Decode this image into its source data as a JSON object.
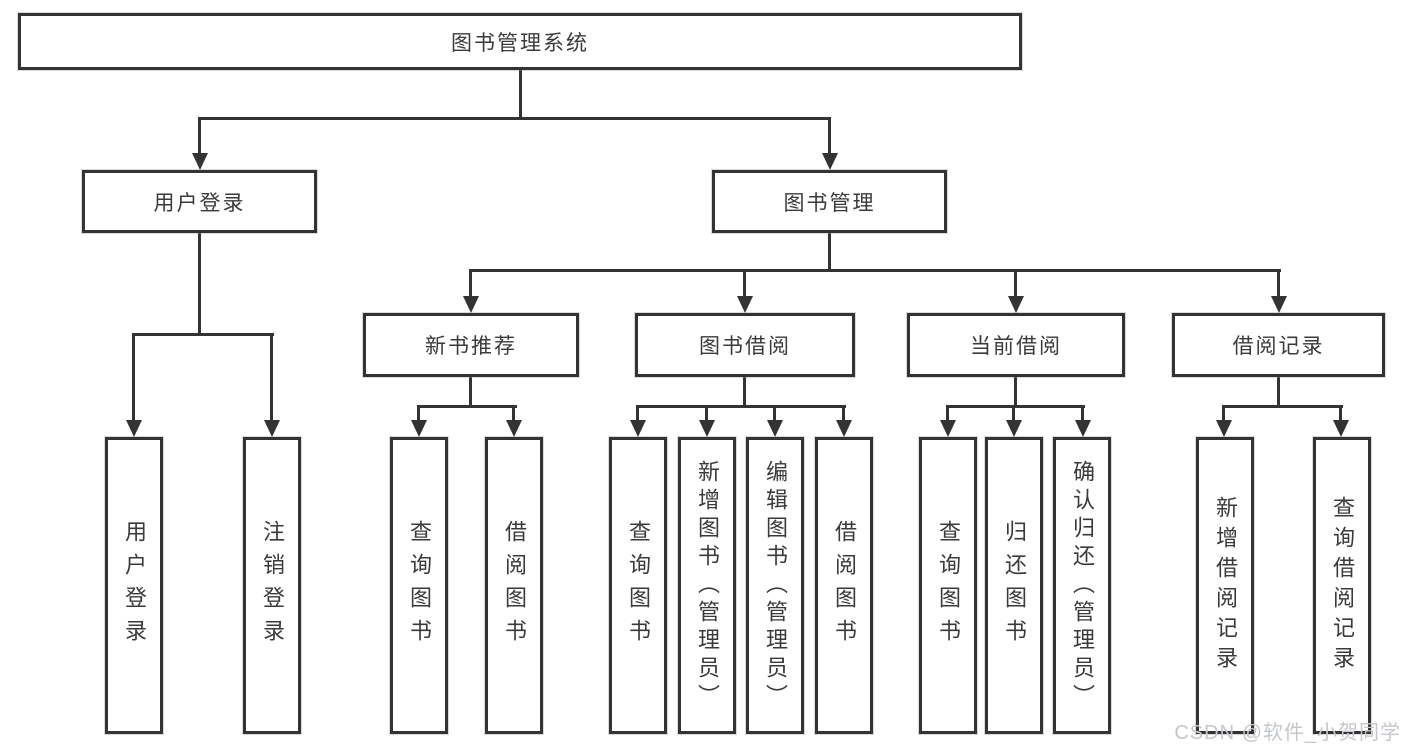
{
  "diagram": {
    "title_node": {
      "label": "图书管理系统"
    },
    "level2": [
      {
        "label": "用户登录"
      },
      {
        "label": "图书管理"
      }
    ],
    "level3": [
      {
        "label": "新书推荐"
      },
      {
        "label": "图书借阅"
      },
      {
        "label": "当前借阅"
      },
      {
        "label": "借阅记录"
      }
    ],
    "leaves": [
      {
        "parent": "用户登录",
        "label": "用户登录"
      },
      {
        "parent": "用户登录",
        "label": "注销登录"
      },
      {
        "parent": "新书推荐",
        "label": "查询图书"
      },
      {
        "parent": "新书推荐",
        "label": "借阅图书"
      },
      {
        "parent": "图书借阅",
        "label": "查询图书"
      },
      {
        "parent": "图书借阅",
        "label": "新增图书（管理员）"
      },
      {
        "parent": "图书借阅",
        "label": "编辑图书（管理员）"
      },
      {
        "parent": "图书借阅",
        "label": "借阅图书"
      },
      {
        "parent": "当前借阅",
        "label": "查询图书"
      },
      {
        "parent": "当前借阅",
        "label": "归还图书"
      },
      {
        "parent": "当前借阅",
        "label": "确认归还（管理员）"
      },
      {
        "parent": "借阅记录",
        "label": "新增借阅记录"
      },
      {
        "parent": "借阅记录",
        "label": "查询借阅记录"
      }
    ],
    "colors": {
      "line": "#333333",
      "box_border": "#333333",
      "box_fill": "#ffffff",
      "text": "#3a3a3a",
      "background": "#ffffff",
      "watermark": "#c4c7cb"
    },
    "watermark": {
      "text": "CSDN @软件_小贺同学"
    }
  }
}
